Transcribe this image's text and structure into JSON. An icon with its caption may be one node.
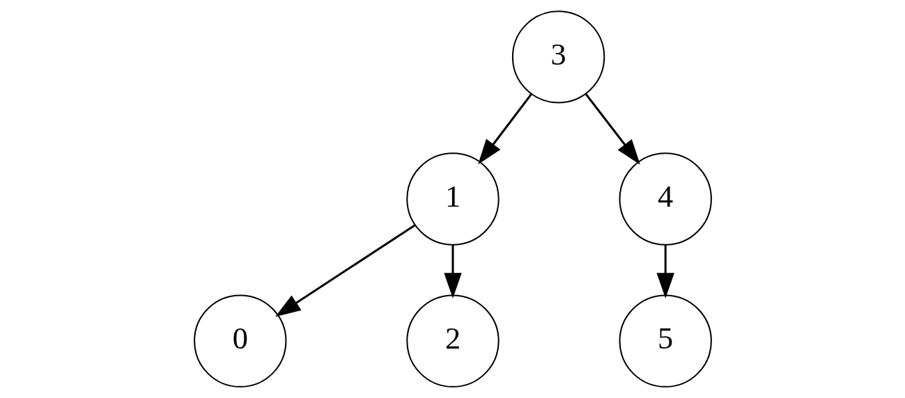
{
  "diagram": {
    "nodes": [
      {
        "text": [
          "3"
        ]
      },
      {
        "text": [
          "1"
        ]
      },
      {
        "text": [
          "4"
        ]
      },
      {
        "text": [
          "0"
        ]
      },
      {
        "text": [
          "2"
        ]
      },
      {
        "text": [
          "5"
        ]
      }
    ],
    "edges": [
      {
        "from": 0,
        "to": 1,
        "arrow": "to"
      },
      {
        "from": 0,
        "to": 2,
        "arrow": "to"
      },
      {
        "from": 1,
        "to": 3,
        "arrow": "to"
      },
      {
        "from": 1,
        "to": 4,
        "arrow": "to"
      },
      {
        "from": 2,
        "to": 5,
        "arrow": "to"
      }
    ]
  }
}
